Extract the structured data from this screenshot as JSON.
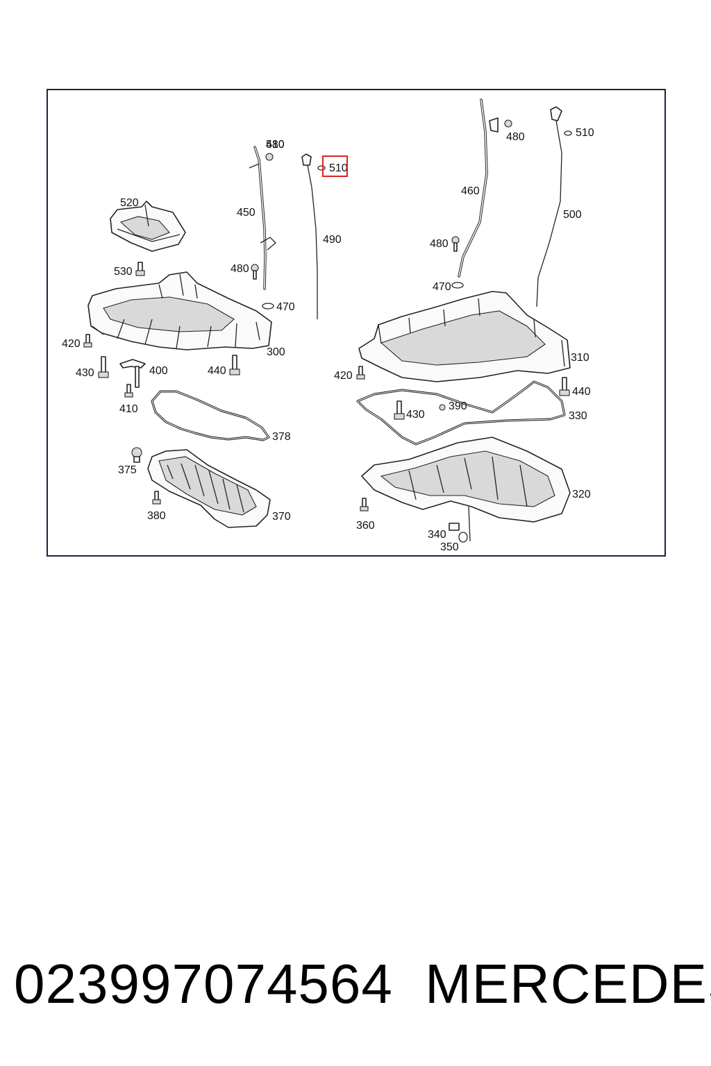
{
  "diagram": {
    "labels": [
      {
        "id": "450",
        "text": "450"
      },
      {
        "id": "480a",
        "text": "480"
      },
      {
        "id": "510a",
        "text": "510"
      },
      {
        "id": "490",
        "text": "490"
      },
      {
        "id": "520",
        "text": "520"
      },
      {
        "id": "530",
        "text": "530"
      },
      {
        "id": "480b",
        "text": "480"
      },
      {
        "id": "470a",
        "text": "470"
      },
      {
        "id": "300",
        "text": "300"
      },
      {
        "id": "420a",
        "text": "420"
      },
      {
        "id": "430a",
        "text": "430"
      },
      {
        "id": "400",
        "text": "400"
      },
      {
        "id": "440a",
        "text": "440"
      },
      {
        "id": "410",
        "text": "410"
      },
      {
        "id": "378",
        "text": "378"
      },
      {
        "id": "375",
        "text": "375"
      },
      {
        "id": "380",
        "text": "380"
      },
      {
        "id": "370",
        "text": "370"
      },
      {
        "id": "480c",
        "text": "480"
      },
      {
        "id": "510b",
        "text": "510"
      },
      {
        "id": "460",
        "text": "460"
      },
      {
        "id": "500",
        "text": "500"
      },
      {
        "id": "480d",
        "text": "480"
      },
      {
        "id": "470b",
        "text": "470"
      },
      {
        "id": "310",
        "text": "310"
      },
      {
        "id": "420b",
        "text": "420"
      },
      {
        "id": "440b",
        "text": "440"
      },
      {
        "id": "390",
        "text": "390"
      },
      {
        "id": "430b",
        "text": "430"
      },
      {
        "id": "330",
        "text": "330"
      },
      {
        "id": "320",
        "text": "320"
      },
      {
        "id": "360",
        "text": "360"
      },
      {
        "id": "340",
        "text": "340"
      },
      {
        "id": "350",
        "text": "350"
      }
    ],
    "highlighted_label": "510",
    "highlight_color": "#e02020",
    "frame_color": "#1c2340"
  },
  "footer": {
    "part_number": "02399707456​4",
    "brand": "MERCEDES"
  }
}
